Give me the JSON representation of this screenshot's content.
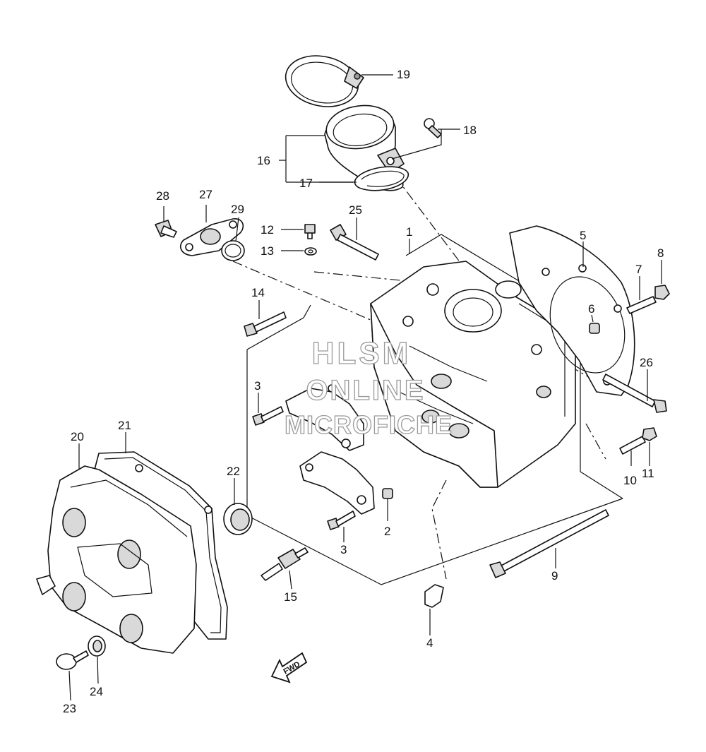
{
  "callouts": [
    {
      "id": "c1",
      "text": "1"
    },
    {
      "id": "c2",
      "text": "2"
    },
    {
      "id": "c3a",
      "text": "3"
    },
    {
      "id": "c3b",
      "text": "3"
    },
    {
      "id": "c4",
      "text": "4"
    },
    {
      "id": "c5",
      "text": "5"
    },
    {
      "id": "c6",
      "text": "6"
    },
    {
      "id": "c7",
      "text": "7"
    },
    {
      "id": "c8",
      "text": "8"
    },
    {
      "id": "c9",
      "text": "9"
    },
    {
      "id": "c10",
      "text": "10"
    },
    {
      "id": "c11",
      "text": "11"
    },
    {
      "id": "c12",
      "text": "12"
    },
    {
      "id": "c13",
      "text": "13"
    },
    {
      "id": "c14",
      "text": "14"
    },
    {
      "id": "c15",
      "text": "15"
    },
    {
      "id": "c16",
      "text": "16"
    },
    {
      "id": "c17",
      "text": "17"
    },
    {
      "id": "c18",
      "text": "18"
    },
    {
      "id": "c19",
      "text": "19"
    },
    {
      "id": "c20",
      "text": "20"
    },
    {
      "id": "c21",
      "text": "21"
    },
    {
      "id": "c22",
      "text": "22"
    },
    {
      "id": "c23",
      "text": "23"
    },
    {
      "id": "c24",
      "text": "24"
    },
    {
      "id": "c25",
      "text": "25"
    },
    {
      "id": "c26",
      "text": "26"
    },
    {
      "id": "c27",
      "text": "27"
    },
    {
      "id": "c28",
      "text": "28"
    },
    {
      "id": "c29",
      "text": "29"
    }
  ],
  "direction_arrow": {
    "text": "FWD"
  },
  "watermark": {
    "line1": "HLSM",
    "line2": "ONLINE",
    "line3": "MICROFICHE"
  }
}
